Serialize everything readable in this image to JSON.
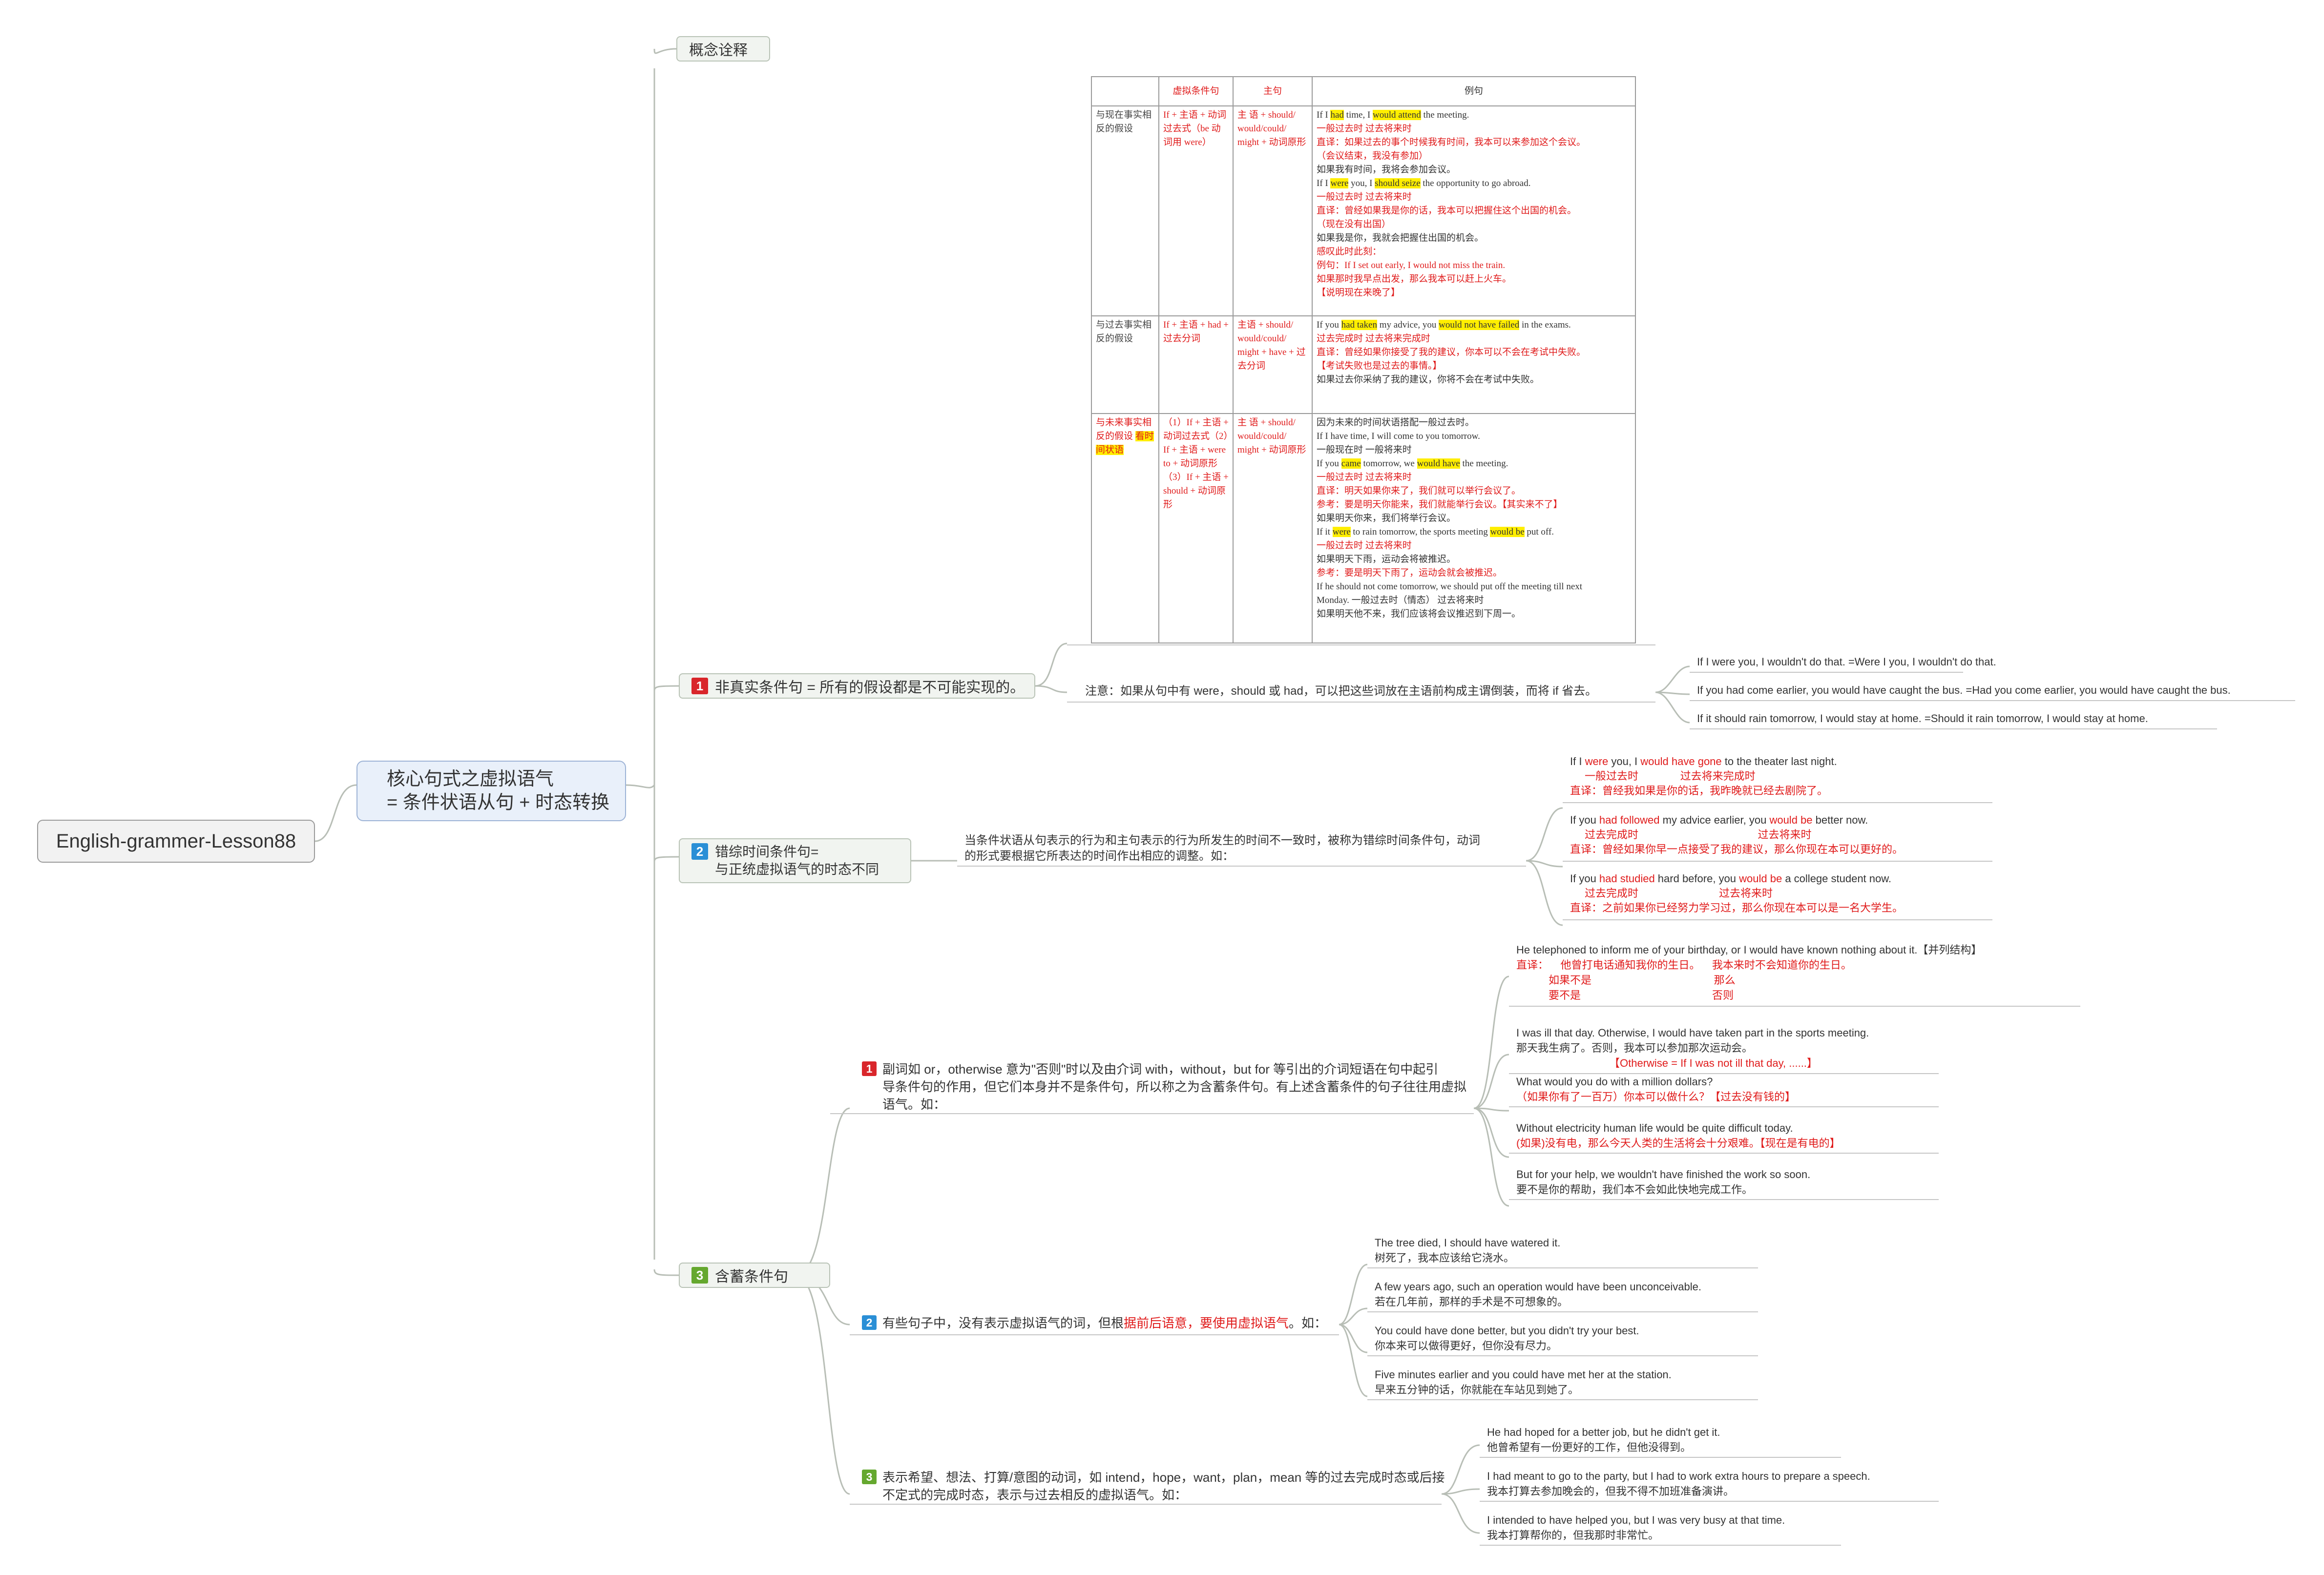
{
  "root": {
    "label": "English-grammer-Lesson88"
  },
  "central": {
    "line1": "核心句式之虚拟语气",
    "line2": "= 条件状语从句 + 时态转换"
  },
  "concept": {
    "label": "概念诠释",
    "table": {
      "headers": [
        "",
        "虚拟条件句",
        "主句",
        "例句"
      ],
      "rows": [
        {
          "type": "与现在事实相反的假设",
          "condition": "If + 主语 + 动词过去式（be 动词用 were）",
          "main": "主 语 + should/ would/could/ might + 动词原形",
          "examples": [
            {
              "pre": "If I ",
              "h1": "had",
              "mid": " time, I ",
              "h2": "would attend",
              "post": " the meeting."
            },
            {
              "text": "一般过去时           过去将来时",
              "color": "red"
            },
            {
              "text": "直译：如果过去的事个时候我有时间，我本可以来参加这个会议。",
              "color": "red"
            },
            {
              "text": "（会议结束，我没有参加）",
              "color": "red"
            },
            {
              "text": "如果我有时间，我将会参加会议。",
              "color": "dark"
            },
            {
              "pre": "If I ",
              "h1": "were",
              "mid": " you, I ",
              "h2": "should seize",
              "post": " the opportunity to go abroad."
            },
            {
              "text": "一般过去时           过去将来时",
              "color": "red"
            },
            {
              "text": "直译：曾经如果我是你的话，我本可以把握住这个出国的机会。",
              "color": "red"
            },
            {
              "text": "（现在没有出国）",
              "color": "red"
            },
            {
              "text": "如果我是你，我就会把握住出国的机会。",
              "color": "dark"
            },
            {
              "text": "感叹此时此刻：",
              "color": "red"
            },
            {
              "text": "例句：If I set out early, I would not miss the train.",
              "color": "red"
            },
            {
              "text": "如果那时我早点出发，那么我本可以赶上火车。",
              "color": "red"
            },
            {
              "text": "【说明现在来晚了】",
              "color": "red"
            }
          ]
        },
        {
          "type": "与过去事实相反的假设",
          "condition": "If + 主语 + had + 过去分词",
          "main": "主语 + should/ would/could/ might + have + 过去分词",
          "examples": [
            {
              "pre": "If you ",
              "h1": "had taken",
              "mid": " my advice, you ",
              "h2": "would not have failed",
              "post": " in the exams."
            },
            {
              "text": "过去完成时                    过去将来完成时",
              "color": "red"
            },
            {
              "text": "直译：曾经如果你接受了我的建议，你本可以不会在考试中失败。",
              "color": "red"
            },
            {
              "text": "【考试失败也是过去的事情。】",
              "color": "red"
            },
            {
              "text": "如果过去你采纳了我的建议，你将不会在考试中失败。",
              "color": "dark"
            }
          ]
        },
        {
          "type": "与未来事实相反的假设",
          "type_note": "看时间状语",
          "condition": "（1）If + 主语 + 动词过去式（2）If + 主语 + were to + 动词原形（3）If + 主语 + should + 动词原形",
          "main": "主 语 + should/ would/could/ might + 动词原形",
          "examples": [
            {
              "text": "因为未来的时间状语搭配一般过去时。",
              "color": "dark"
            },
            {
              "text": "If I have time,  I will come to you tomorrow.",
              "color": "dark"
            },
            {
              "text": "一般现在时              一般将来时",
              "color": "dark"
            },
            {
              "pre": "If you ",
              "h1": "came",
              "mid": " tomorrow, we ",
              "h2": "would have",
              "post": " the meeting."
            },
            {
              "text": "一般过去时                         过去将来时",
              "color": "red"
            },
            {
              "text": "直译：明天如果你来了，我们就可以举行会议了。",
              "color": "red"
            },
            {
              "text": "参考：要是明天你能来，我们就能举行会议。【其实来不了】",
              "color": "red"
            },
            {
              "text": "如果明天你来，我们将举行会议。",
              "color": "dark"
            },
            {
              "pre": "If it ",
              "h1": "were",
              "mid": " to rain tomorrow, the sports meeting ",
              "h2": "would be",
              "post": " put off."
            },
            {
              "text": "一般过去时                                        过去将来时",
              "color": "red"
            },
            {
              "text": "如果明天下雨，运动会将被推迟。",
              "color": "dark"
            },
            {
              "text": "参考：要是明天下雨了，运动会就会被推迟。",
              "color": "red"
            },
            {
              "text": "If he should not come tomorrow, we should put off the meeting till next",
              "color": "dark"
            },
            {
              "text": "Monday. 一般过去时（情态）        过去将来时",
              "color": "dark"
            },
            {
              "text": "如果明天他不来，我们应该将会议推迟到下周一。",
              "color": "dark"
            }
          ]
        }
      ]
    }
  },
  "unreal": {
    "num": "1",
    "label": "非真实条件句 = 所有的假设都是不可能实现的。",
    "note": "注意：如果从句中有 were，should 或 had，可以把这些词放在主语前构成主谓倒装，而将 if 省去。",
    "inversions": [
      "If I were you, I wouldn't do that. =Were I you, I wouldn't do that.",
      "If you had come earlier, you would have caught the bus. =Had you come earlier, you would have caught the bus.",
      "If it should rain tomorrow, I would stay at home. =Should it rain tomorrow, I would stay at home."
    ]
  },
  "mixed": {
    "num": "2",
    "label1": "错综时间条件句=",
    "label2": "与正统虚拟语气的时态不同",
    "desc1": "当条件状语从句表示的行为和主句表示的行为所发生的时间不一致时，被称为错综时间条件句，动词",
    "desc2": "的形式要根据它所表达的时间作出相应的调整。如：",
    "examples": [
      {
        "p1": "If I ",
        "r1": "were",
        "p2": " you, I ",
        "r2": "would have gone",
        "p3": " to the theater last night.",
        "tense": "一般过去时              过去将来完成时",
        "lit": "直译：曾经我如果是你的话，我昨晚就已经去剧院了。"
      },
      {
        "p1": "If you ",
        "r1": "had followed",
        "p2": " my advice earlier, you ",
        "r2": "would be",
        "p3": " better now.",
        "tense": "过去完成时                                        过去将来时",
        "lit": "直译：曾经如果你早一点接受了我的建议，那么你现在本可以更好的。"
      },
      {
        "p1": "If you ",
        "r1": "had studied",
        "p2": " hard before, you ",
        "r2": "would be",
        "p3": " a college student now.",
        "tense": "过去完成时                           过去将来时",
        "lit": "直译：之前如果你已经努力学习过，那么你现在本可以是一名大学生。"
      }
    ]
  },
  "implied": {
    "num": "3",
    "label": "含蓄条件句",
    "s1": {
      "num": "1",
      "lines": [
        "副词如 or，otherwise 意为\"否则\"时以及由介词 with，without，but for 等引出的介词短语在句中起引",
        "导条件句的作用，但它们本身并不是条件句，所以称之为含蓄条件句。有上述含蓄条件的句子往往用虚拟",
        "语气。如："
      ],
      "examples": [
        {
          "en": "He telephoned to inform me of your birthday, or I would have known nothing about it.【并列结构】",
          "cn": "直译：    他曾打电话通知我你的生日。    我本来时不会知道你的生日。",
          "extra1": "如果不是                                         那么",
          "extra2": "要不是                                            否则"
        },
        {
          "en": "I was ill that day. Otherwise, I would have taken part in the sports meeting.",
          "cn": "那天我生病了。否则，我本可以参加那次运动会。",
          "extra1": "【Otherwise = If I was not ill that day, ......】"
        },
        {
          "en": "What would you do with a million dollars?",
          "cn": "（如果你有了一百万）你本可以做什么？【过去没有钱的】"
        },
        {
          "en": "Without electricity human life would be quite difficult today.",
          "cn": "(如果)没有电，那么今天人类的生活将会十分艰难。【现在是有电的】"
        },
        {
          "en": "But for your help, we wouldn't have finished the work so soon.",
          "cn": "要不是你的帮助，我们本不会如此快地完成工作。"
        }
      ]
    },
    "s2": {
      "num": "2",
      "pre": "有些句子中，没有表示虚拟语气的词，但根",
      "red": "据前后语意，要使用虚拟语气",
      "post": "。如：",
      "examples": [
        {
          "en": "The tree died, I should have watered it.",
          "cn": "树死了，我本应该给它浇水。"
        },
        {
          "en": "A few years ago, such an operation would have been unconceivable.",
          "cn": "若在几年前，那样的手术是不可想象的。"
        },
        {
          "en": "You could have done better, but you didn't try your best.",
          "cn": "你本来可以做得更好，但你没有尽力。"
        },
        {
          "en": "Five minutes earlier and you could have met her at the station.",
          "cn": "早来五分钟的话，你就能在车站见到她了。"
        }
      ]
    },
    "s3": {
      "num": "3",
      "lines": [
        "表示希望、想法、打算/意图的动词，如 intend，hope，want，plan，mean 等的过去完成时态或后接",
        "不定式的完成时态，表示与过去相反的虚拟语气。如："
      ],
      "examples": [
        {
          "en": "He had hoped for a better job, but he didn't get it.",
          "cn": "他曾希望有一份更好的工作，但他没得到。"
        },
        {
          "en": "I had meant to go to the party, but I had to work extra hours to prepare a speech.",
          "cn": "我本打算去参加晚会的，但我不得不加班准备演讲。"
        },
        {
          "en": "I intended to have helped you, but I was very busy at that time.",
          "cn": "我本打算帮你的，但我那时非常忙。"
        }
      ]
    }
  },
  "colors": {
    "accent_red": "#e01b1b",
    "highlight": "#ffee00",
    "badge_red": "#d9262b",
    "badge_blue": "#2a8fd6",
    "badge_green": "#65a82f"
  }
}
